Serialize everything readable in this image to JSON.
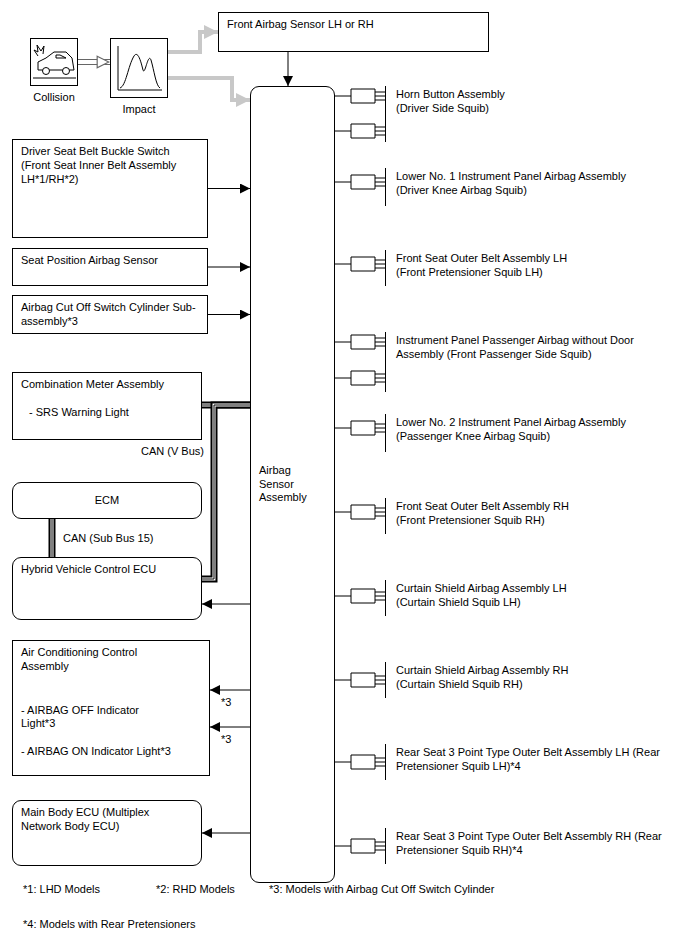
{
  "diagram": {
    "nodes": [
      {
        "text": [
          "Collision"
        ]
      },
      {
        "text": [
          "Impact"
        ]
      },
      {
        "text": [
          "Front Airbag Sensor LH or RH"
        ]
      },
      {
        "text": [
          "Driver Seat Belt Buckle Switch (Front Seat Inner Belt Assembly LH*1/RH*2)"
        ]
      },
      {
        "text": [
          "Seat Position Airbag Sensor"
        ]
      },
      {
        "text": [
          "Airbag Cut Off Switch Cylinder Sub-assembly*3"
        ]
      },
      {
        "text": [
          "Combination Meter Assembly",
          "- SRS Warning Light"
        ]
      },
      {
        "text": [
          "ECM"
        ]
      },
      {
        "text": [
          "Hybrid Vehicle Control ECU"
        ]
      },
      {
        "text": [
          "Air Conditioning Control Assembly",
          "- AIRBAG OFF Indicator Light*3",
          "- AIRBAG ON Indicator Light*3"
        ]
      },
      {
        "text": [
          "Main Body ECU (Multiplex Network Body ECU)"
        ]
      },
      {
        "text": [
          "Airbag Sensor Assembly"
        ]
      },
      {
        "text": [
          "Horn Button Assembly (Driver Side Squib)"
        ]
      },
      {
        "text": [
          "Lower No. 1 Instrument Panel Airbag Assembly (Driver Knee Airbag Squib)"
        ]
      },
      {
        "text": [
          "Front Seat Outer Belt Assembly LH (Front Pretensioner Squib LH)"
        ]
      },
      {
        "text": [
          "Instrument Panel Passenger Airbag without Door Assembly (Front Passenger Side Squib)"
        ]
      },
      {
        "text": [
          "Lower No. 2 Instrument Panel Airbag Assembly (Passenger Knee Airbag Squib)"
        ]
      },
      {
        "text": [
          "Front Seat Outer Belt Assembly RH (Front Pretensioner Squib RH)"
        ]
      },
      {
        "text": [
          "Curtain Shield Airbag Assembly LH (Curtain Shield Squib LH)"
        ]
      },
      {
        "text": [
          "Curtain Shield Airbag Assembly RH (Curtain Shield Squib RH)"
        ]
      },
      {
        "text": [
          "Rear Seat 3 Point Type Outer Belt Assembly LH (Rear Pretensioner Squib LH)*4"
        ]
      },
      {
        "text": [
          "Rear Seat 3 Point Type Outer Belt Assembly RH (Rear Pretensioner Squib RH)*4"
        ]
      }
    ],
    "edges": [
      {
        "from": 0,
        "to": 1,
        "arrow": "to"
      },
      {
        "from": 1,
        "to": 2,
        "arrow": "to"
      },
      {
        "from": 1,
        "to": 11,
        "arrow": "to"
      },
      {
        "from": 2,
        "to": 11,
        "arrow": "to"
      },
      {
        "from": 3,
        "to": 11,
        "arrow": "to"
      },
      {
        "from": 4,
        "to": 11,
        "arrow": "to"
      },
      {
        "from": 5,
        "to": 11,
        "arrow": "to"
      },
      {
        "from": 11,
        "to": 6,
        "label": "CAN (V Bus)",
        "arrow": "none"
      },
      {
        "from": 11,
        "to": 8,
        "arrow": "none"
      },
      {
        "from": 7,
        "to": 8,
        "label": "CAN (Sub Bus 15)",
        "arrow": "none"
      },
      {
        "from": 11,
        "to": 8,
        "arrow": "to"
      },
      {
        "from": 11,
        "to": 9,
        "label": "*3",
        "arrow": "to"
      },
      {
        "from": 11,
        "to": 9,
        "label": "*3",
        "arrow": "to"
      },
      {
        "from": 11,
        "to": 10,
        "arrow": "to"
      },
      {
        "from": 11,
        "to": 12,
        "arrow": "none"
      },
      {
        "from": 11,
        "to": 12,
        "arrow": "none"
      },
      {
        "from": 11,
        "to": 13,
        "arrow": "none"
      },
      {
        "from": 11,
        "to": 14,
        "arrow": "none"
      },
      {
        "from": 11,
        "to": 15,
        "arrow": "none"
      },
      {
        "from": 11,
        "to": 15,
        "arrow": "none"
      },
      {
        "from": 11,
        "to": 16,
        "arrow": "none"
      },
      {
        "from": 11,
        "to": 17,
        "arrow": "none"
      },
      {
        "from": 11,
        "to": 18,
        "arrow": "none"
      },
      {
        "from": 11,
        "to": 19,
        "arrow": "none"
      },
      {
        "from": 11,
        "to": 20,
        "arrow": "none"
      },
      {
        "from": 11,
        "to": 21,
        "arrow": "none"
      }
    ],
    "labels": [
      "*1: LHD Models",
      "*2: RHD Models",
      "*3: Models with Airbag Cut Off Switch Cylinder",
      "*4: Models with Rear Pretensioners"
    ]
  }
}
